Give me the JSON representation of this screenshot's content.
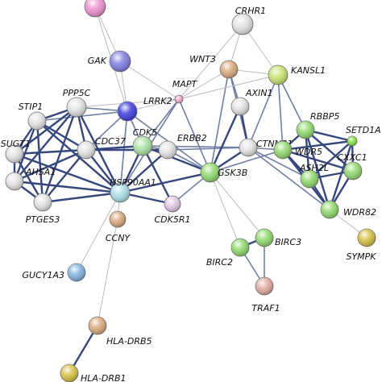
{
  "nodes": [
    {
      "id": "top",
      "label": "",
      "color": "#ee8fd0"
    },
    {
      "id": "CRHR1",
      "label": "CRHR1",
      "color": "#e2e2e2"
    },
    {
      "id": "GAK",
      "label": "GAK",
      "color": "#7d7ce0"
    },
    {
      "id": "WNT3",
      "label": "WNT3",
      "color": "#d9a77a"
    },
    {
      "id": "KANSL1",
      "label": "KANSL1",
      "color": "#c7e36c"
    },
    {
      "id": "MAPT",
      "label": "MAPT",
      "color": "#f3a6bd"
    },
    {
      "id": "LRRK2",
      "label": "LRRK2",
      "color": "#3b3be0"
    },
    {
      "id": "PPP5C",
      "label": "PPP5C",
      "color": "#e2e2e2"
    },
    {
      "id": "AXIN1",
      "label": "AXIN1",
      "color": "#e2e2e2"
    },
    {
      "id": "STIP1",
      "label": "STIP1",
      "color": "#e2e2e2"
    },
    {
      "id": "CDC37",
      "label": "CDC37",
      "color": "#e2e2e2"
    },
    {
      "id": "CDK5",
      "label": "CDK5",
      "color": "#a9e1a3"
    },
    {
      "id": "ERBB2",
      "label": "ERBB2",
      "color": "#e2e2e2"
    },
    {
      "id": "CTNNB1",
      "label": "CTNNB1",
      "color": "#e2e2e2"
    },
    {
      "id": "RBBP5",
      "label": "RBBP5",
      "color": "#8ed86a"
    },
    {
      "id": "SETD1A",
      "label": "SETD1A",
      "color": "#7fe03a"
    },
    {
      "id": "SUGT1",
      "label": "SUGT1",
      "color": "#e2e2e2"
    },
    {
      "id": "WDR5",
      "label": "WDR5",
      "color": "#8ed86a"
    },
    {
      "id": "CXXC1",
      "label": "CXXC1",
      "color": "#8ed86a"
    },
    {
      "id": "AHSA1",
      "label": "AHSA1",
      "color": "#e2e2e2"
    },
    {
      "id": "ASH2L",
      "label": "ASH2L",
      "color": "#8ed86a"
    },
    {
      "id": "HSP90AA1",
      "label": "HSP90AA1",
      "color": "#a8dfe6"
    },
    {
      "id": "GSK3B",
      "label": "GSK3B",
      "color": "#8ed86a"
    },
    {
      "id": "PTGES3",
      "label": "PTGES3",
      "color": "#e2e2e2"
    },
    {
      "id": "CDK5R1",
      "label": "CDK5R1",
      "color": "#e2c4e6"
    },
    {
      "id": "WDR82",
      "label": "WDR82",
      "color": "#8ed86a"
    },
    {
      "id": "CCNY",
      "label": "CCNY",
      "color": "#d9a77a"
    },
    {
      "id": "SYMPK",
      "label": "SYMPK",
      "color": "#d6bf3f"
    },
    {
      "id": "BIRC2",
      "label": "BIRC2",
      "color": "#8ed86a"
    },
    {
      "id": "BIRC3",
      "label": "BIRC3",
      "color": "#8ed86a"
    },
    {
      "id": "GUCY1A3",
      "label": "GUCY1A3",
      "color": "#7fb3e0"
    },
    {
      "id": "TRAF1",
      "label": "TRAF1",
      "color": "#e2a8a0"
    },
    {
      "id": "HLA-DRB5",
      "label": "HLA-DRB5",
      "color": "#d9a77a"
    },
    {
      "id": "HLA-DRB1",
      "label": "HLA-DRB1",
      "color": "#d6bf3f"
    }
  ],
  "edges": [
    [
      "top",
      "GAK",
      "light"
    ],
    [
      "top",
      "LRRK2",
      "light"
    ],
    [
      "GAK",
      "LRRK2",
      "light"
    ],
    [
      "GAK",
      "MAPT",
      "light"
    ],
    [
      "CRHR1",
      "WNT3",
      "light"
    ],
    [
      "CRHR1",
      "KANSL1",
      "light"
    ],
    [
      "CRHR1",
      "MAPT",
      "light"
    ],
    [
      "WNT3",
      "KANSL1",
      "light"
    ],
    [
      "WNT3",
      "MAPT",
      "light"
    ],
    [
      "WNT3",
      "AXIN1",
      "mid"
    ],
    [
      "WNT3",
      "CTNNB1",
      "mid"
    ],
    [
      "WNT3",
      "GSK3B",
      "mid"
    ],
    [
      "KANSL1",
      "MAPT",
      "light"
    ],
    [
      "KANSL1",
      "RBBP5",
      "mid"
    ],
    [
      "KANSL1",
      "WDR5",
      "mid"
    ],
    [
      "KANSL1",
      "CTNNB1",
      "mid"
    ],
    [
      "MAPT",
      "LRRK2",
      "light"
    ],
    [
      "MAPT",
      "CDK5",
      "mid"
    ],
    [
      "MAPT",
      "GSK3B",
      "mid"
    ],
    [
      "MAPT",
      "HSP90AA1",
      "mid"
    ],
    [
      "MAPT",
      "PPP5C",
      "light"
    ],
    [
      "LRRK2",
      "PPP5C",
      "mid"
    ],
    [
      "LRRK2",
      "HSP90AA1",
      "mid"
    ],
    [
      "LRRK2",
      "CDC37",
      "mid"
    ],
    [
      "LRRK2",
      "CDK5",
      "mid"
    ],
    [
      "LRRK2",
      "GSK3B",
      "mid"
    ],
    [
      "LRRK2",
      "STIP1",
      "mid"
    ],
    [
      "PPP5C",
      "STIP1",
      "dark"
    ],
    [
      "PPP5C",
      "CDC37",
      "dark"
    ],
    [
      "PPP5C",
      "HSP90AA1",
      "dark"
    ],
    [
      "PPP5C",
      "SUGT1",
      "dark"
    ],
    [
      "PPP5C",
      "AHSA1",
      "dark"
    ],
    [
      "PPP5C",
      "PTGES3",
      "dark"
    ],
    [
      "STIP1",
      "SUGT1",
      "dark"
    ],
    [
      "STIP1",
      "AHSA1",
      "dark"
    ],
    [
      "STIP1",
      "HSP90AA1",
      "dark"
    ],
    [
      "STIP1",
      "CDC37",
      "dark"
    ],
    [
      "STIP1",
      "PTGES3",
      "dark"
    ],
    [
      "SUGT1",
      "AHSA1",
      "dark"
    ],
    [
      "SUGT1",
      "HSP90AA1",
      "dark"
    ],
    [
      "SUGT1",
      "CDC37",
      "dark"
    ],
    [
      "SUGT1",
      "PTGES3",
      "dark"
    ],
    [
      "AHSA1",
      "PTGES3",
      "dark"
    ],
    [
      "AHSA1",
      "HSP90AA1",
      "dark"
    ],
    [
      "AHSA1",
      "CDC37",
      "dark"
    ],
    [
      "PTGES3",
      "HSP90AA1",
      "dark"
    ],
    [
      "PTGES3",
      "CDC37",
      "dark"
    ],
    [
      "CDC37",
      "HSP90AA1",
      "dark"
    ],
    [
      "CDC37",
      "CDK5",
      "dark"
    ],
    [
      "CDC37",
      "ERBB2",
      "dark"
    ],
    [
      "CDK5",
      "HSP90AA1",
      "dark"
    ],
    [
      "CDK5",
      "GSK3B",
      "dark"
    ],
    [
      "CDK5",
      "CDK5R1",
      "dark"
    ],
    [
      "CDK5",
      "CTNNB1",
      "mid"
    ],
    [
      "CDK5",
      "ERBB2",
      "mid"
    ],
    [
      "ERBB2",
      "HSP90AA1",
      "dark"
    ],
    [
      "ERBB2",
      "GSK3B",
      "mid"
    ],
    [
      "ERBB2",
      "CTNNB1",
      "mid"
    ],
    [
      "HSP90AA1",
      "GSK3B",
      "dark"
    ],
    [
      "HSP90AA1",
      "CDK5R1",
      "dark"
    ],
    [
      "HSP90AA1",
      "CCNY",
      "light"
    ],
    [
      "HSP90AA1",
      "GUCY1A3",
      "light"
    ],
    [
      "CDK5R1",
      "GSK3B",
      "mid"
    ],
    [
      "GSK3B",
      "CTNNB1",
      "dark"
    ],
    [
      "GSK3B",
      "AXIN1",
      "dark"
    ],
    [
      "GSK3B",
      "BIRC2",
      "light"
    ],
    [
      "GSK3B",
      "BIRC3",
      "light"
    ],
    [
      "GSK3B",
      "WDR5",
      "mid"
    ],
    [
      "AXIN1",
      "CTNNB1",
      "dark"
    ],
    [
      "CTNNB1",
      "WDR5",
      "mid"
    ],
    [
      "CTNNB1",
      "ASH2L",
      "mid"
    ],
    [
      "CTNNB1",
      "WDR82",
      "mid"
    ],
    [
      "RBBP5",
      "WDR5",
      "dark"
    ],
    [
      "RBBP5",
      "SETD1A",
      "dark"
    ],
    [
      "RBBP5",
      "ASH2L",
      "dark"
    ],
    [
      "RBBP5",
      "CXXC1",
      "dark"
    ],
    [
      "RBBP5",
      "WDR82",
      "dark"
    ],
    [
      "SETD1A",
      "WDR5",
      "dark"
    ],
    [
      "SETD1A",
      "ASH2L",
      "dark"
    ],
    [
      "SETD1A",
      "CXXC1",
      "dark"
    ],
    [
      "SETD1A",
      "WDR82",
      "dark"
    ],
    [
      "WDR5",
      "ASH2L",
      "dark"
    ],
    [
      "WDR5",
      "CXXC1",
      "dark"
    ],
    [
      "WDR5",
      "WDR82",
      "dark"
    ],
    [
      "ASH2L",
      "CXXC1",
      "dark"
    ],
    [
      "ASH2L",
      "WDR82",
      "dark"
    ],
    [
      "CXXC1",
      "WDR82",
      "dark"
    ],
    [
      "WDR82",
      "SYMPK",
      "light"
    ],
    [
      "BIRC2",
      "BIRC3",
      "dark"
    ],
    [
      "BIRC2",
      "TRAF1",
      "mid"
    ],
    [
      "BIRC3",
      "TRAF1",
      "mid"
    ],
    [
      "CCNY",
      "HLA-DRB5",
      "light"
    ],
    [
      "HLA-DRB5",
      "HLA-DRB1",
      "dark"
    ]
  ],
  "edge_colors": {
    "light": "#b8bcc6",
    "mid": "#6f7ea6",
    "dark": "#35477d"
  }
}
